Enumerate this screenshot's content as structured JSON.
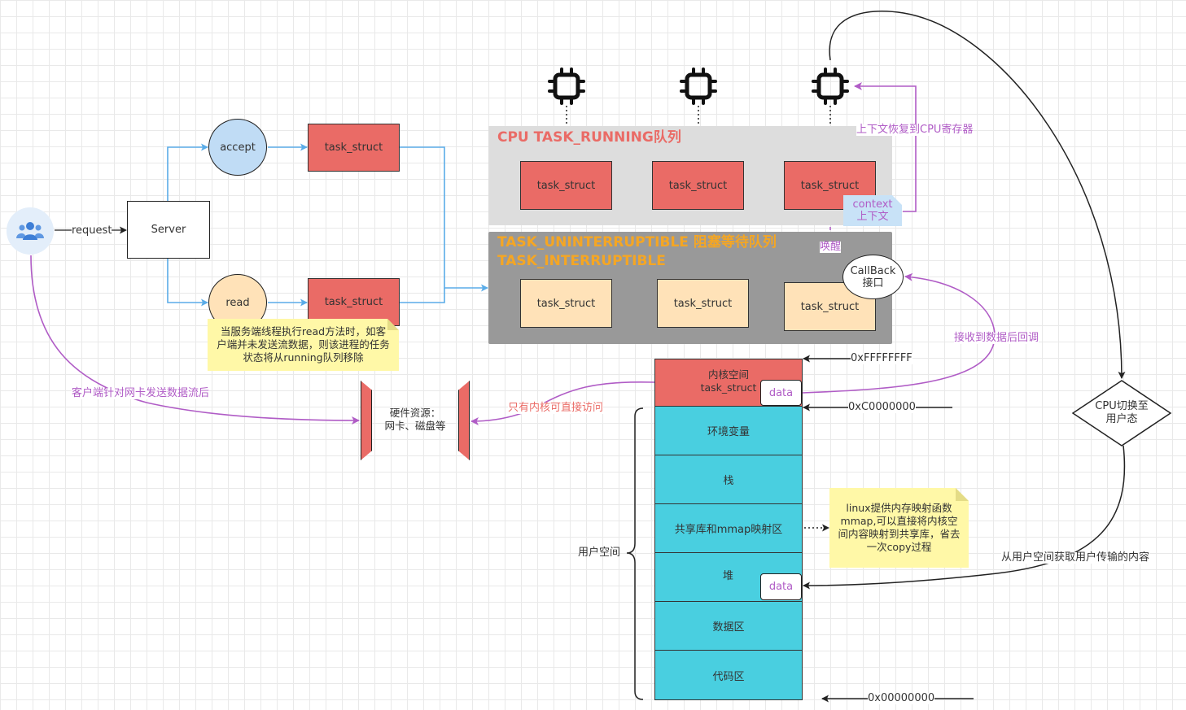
{
  "user_icon": "users-icon",
  "cpu_icon": "cpu-chip-icon",
  "request_label": "request",
  "server_label": "Server",
  "accept_label": "accept",
  "read_label": "read",
  "task_struct": "task_struct",
  "running_queue": {
    "title": "CPU TASK_RUNNING队列",
    "color": "#ea6b66"
  },
  "blocked_queue": {
    "line1": "TASK_UNINTERRUPTIBLE 阻塞等待队列",
    "line2": "TASK_INTERRUPTIBLE",
    "color": "#f5a623"
  },
  "context_note": {
    "line1": "context",
    "line2": "上下文"
  },
  "restore_label": "上下文恢复到CPU寄存器",
  "wake_label": "唤醒",
  "callback": {
    "line1": "CallBack",
    "line2": "接口"
  },
  "read_note": "当服务端线程执行read方法时，如客户端并未发送流数据，则该进程的任务状态将从running队列移除",
  "client_send_label": "客户端针对网卡发送数据流后",
  "hardware": {
    "line1": "硬件资源：",
    "line2": "网卡、磁盘等"
  },
  "kernel_only_label": "只有内核可直接访问",
  "received_label": "接收到数据后回调",
  "kernel_block": {
    "line1": "内核空间",
    "line2": "task_struct"
  },
  "data_label": "data",
  "addr_top": "0xFFFFFFFF",
  "addr_mid": "0xC0000000",
  "addr_bottom": "0x00000000",
  "user_space_label": "用户空间",
  "memory_segments": [
    "环境变量",
    "栈",
    "共享库和mmap映射区",
    "堆",
    "数据区",
    "代码区"
  ],
  "mmap_note": "linux提供内存映射函数mmap,可以直接将内核空间内容映射到共享库，省去一次copy过程",
  "cpu_switch": {
    "line1": "CPU切换至",
    "line2": "用户态"
  },
  "fetch_user_label": "从用户空间获取用户传输的内容",
  "colors": {
    "task_red": "#ea6b66",
    "task_peach": "#ffe2b8",
    "user_cyan": "#49cfe0",
    "purple": "#b05cc6",
    "blue": "#5aace8",
    "note_yellow": "#fff8a7"
  }
}
